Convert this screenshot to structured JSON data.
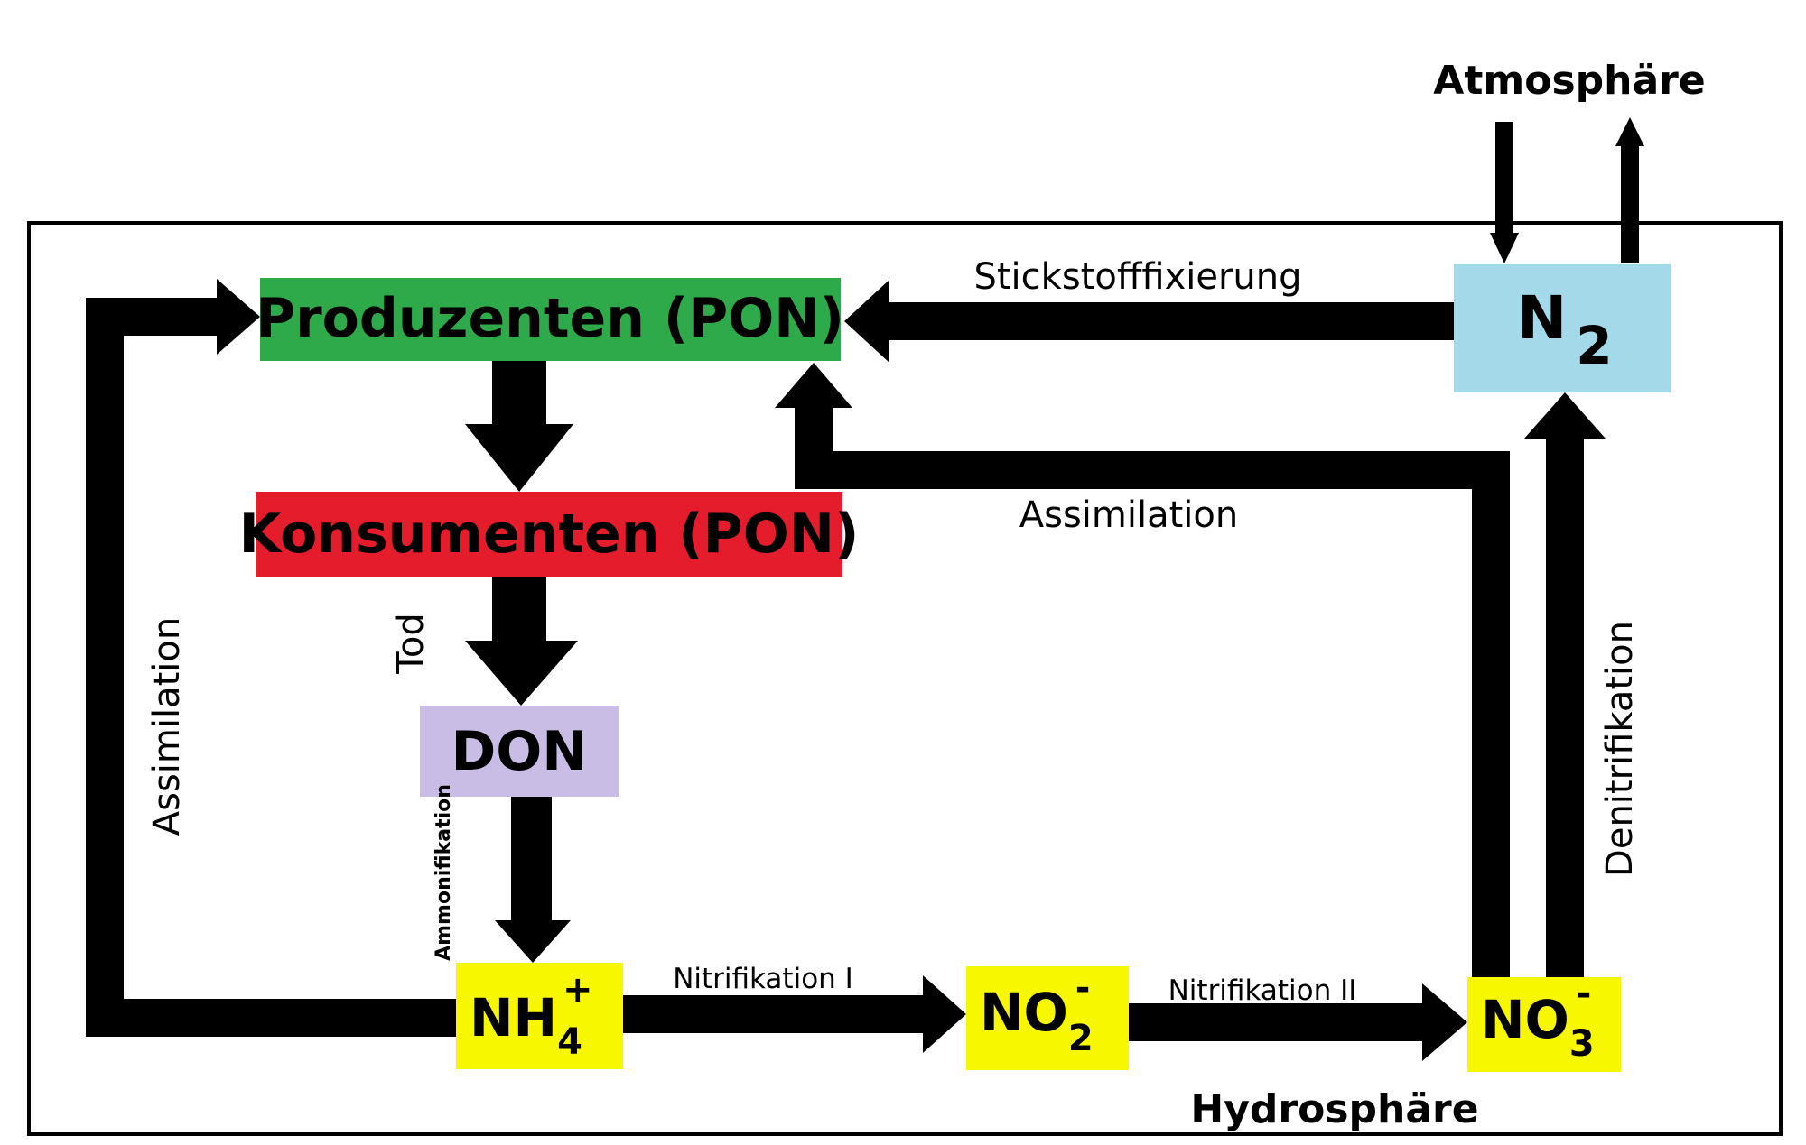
{
  "regions": {
    "atmosphere": "Atmosphäre",
    "hydrosphere": "Hydrosphäre"
  },
  "nodes": {
    "producers": {
      "label": "Produzenten (PON)",
      "color": "#2eaa4a"
    },
    "consumers": {
      "label": "Konsumenten (PON)",
      "color": "#e41c2c"
    },
    "don": {
      "label": "DON",
      "color": "#c9bde6"
    },
    "ammonium": {
      "base": "NH",
      "sub": "4",
      "sup": "+",
      "color": "#f7f700"
    },
    "nitrite": {
      "base": "NO",
      "sub": "2",
      "sup": "-",
      "color": "#f7f700"
    },
    "nitrate": {
      "base": "NO",
      "sub": "3",
      "sup": "-",
      "color": "#f7f700"
    },
    "nitrogen": {
      "base": "N",
      "sub": "2",
      "color": "#a3d9e8"
    }
  },
  "flows": {
    "fixation": "Stickstofffixierung",
    "assimilation_top": "Assimilation",
    "assimilation_left": "Assimilation",
    "death": "Tod",
    "ammonification": "Ammonifikation",
    "nitrification_1": "Nitrifikation I",
    "nitrification_2": "Nitrifikation II",
    "denitrification": "Denitrifikation"
  }
}
